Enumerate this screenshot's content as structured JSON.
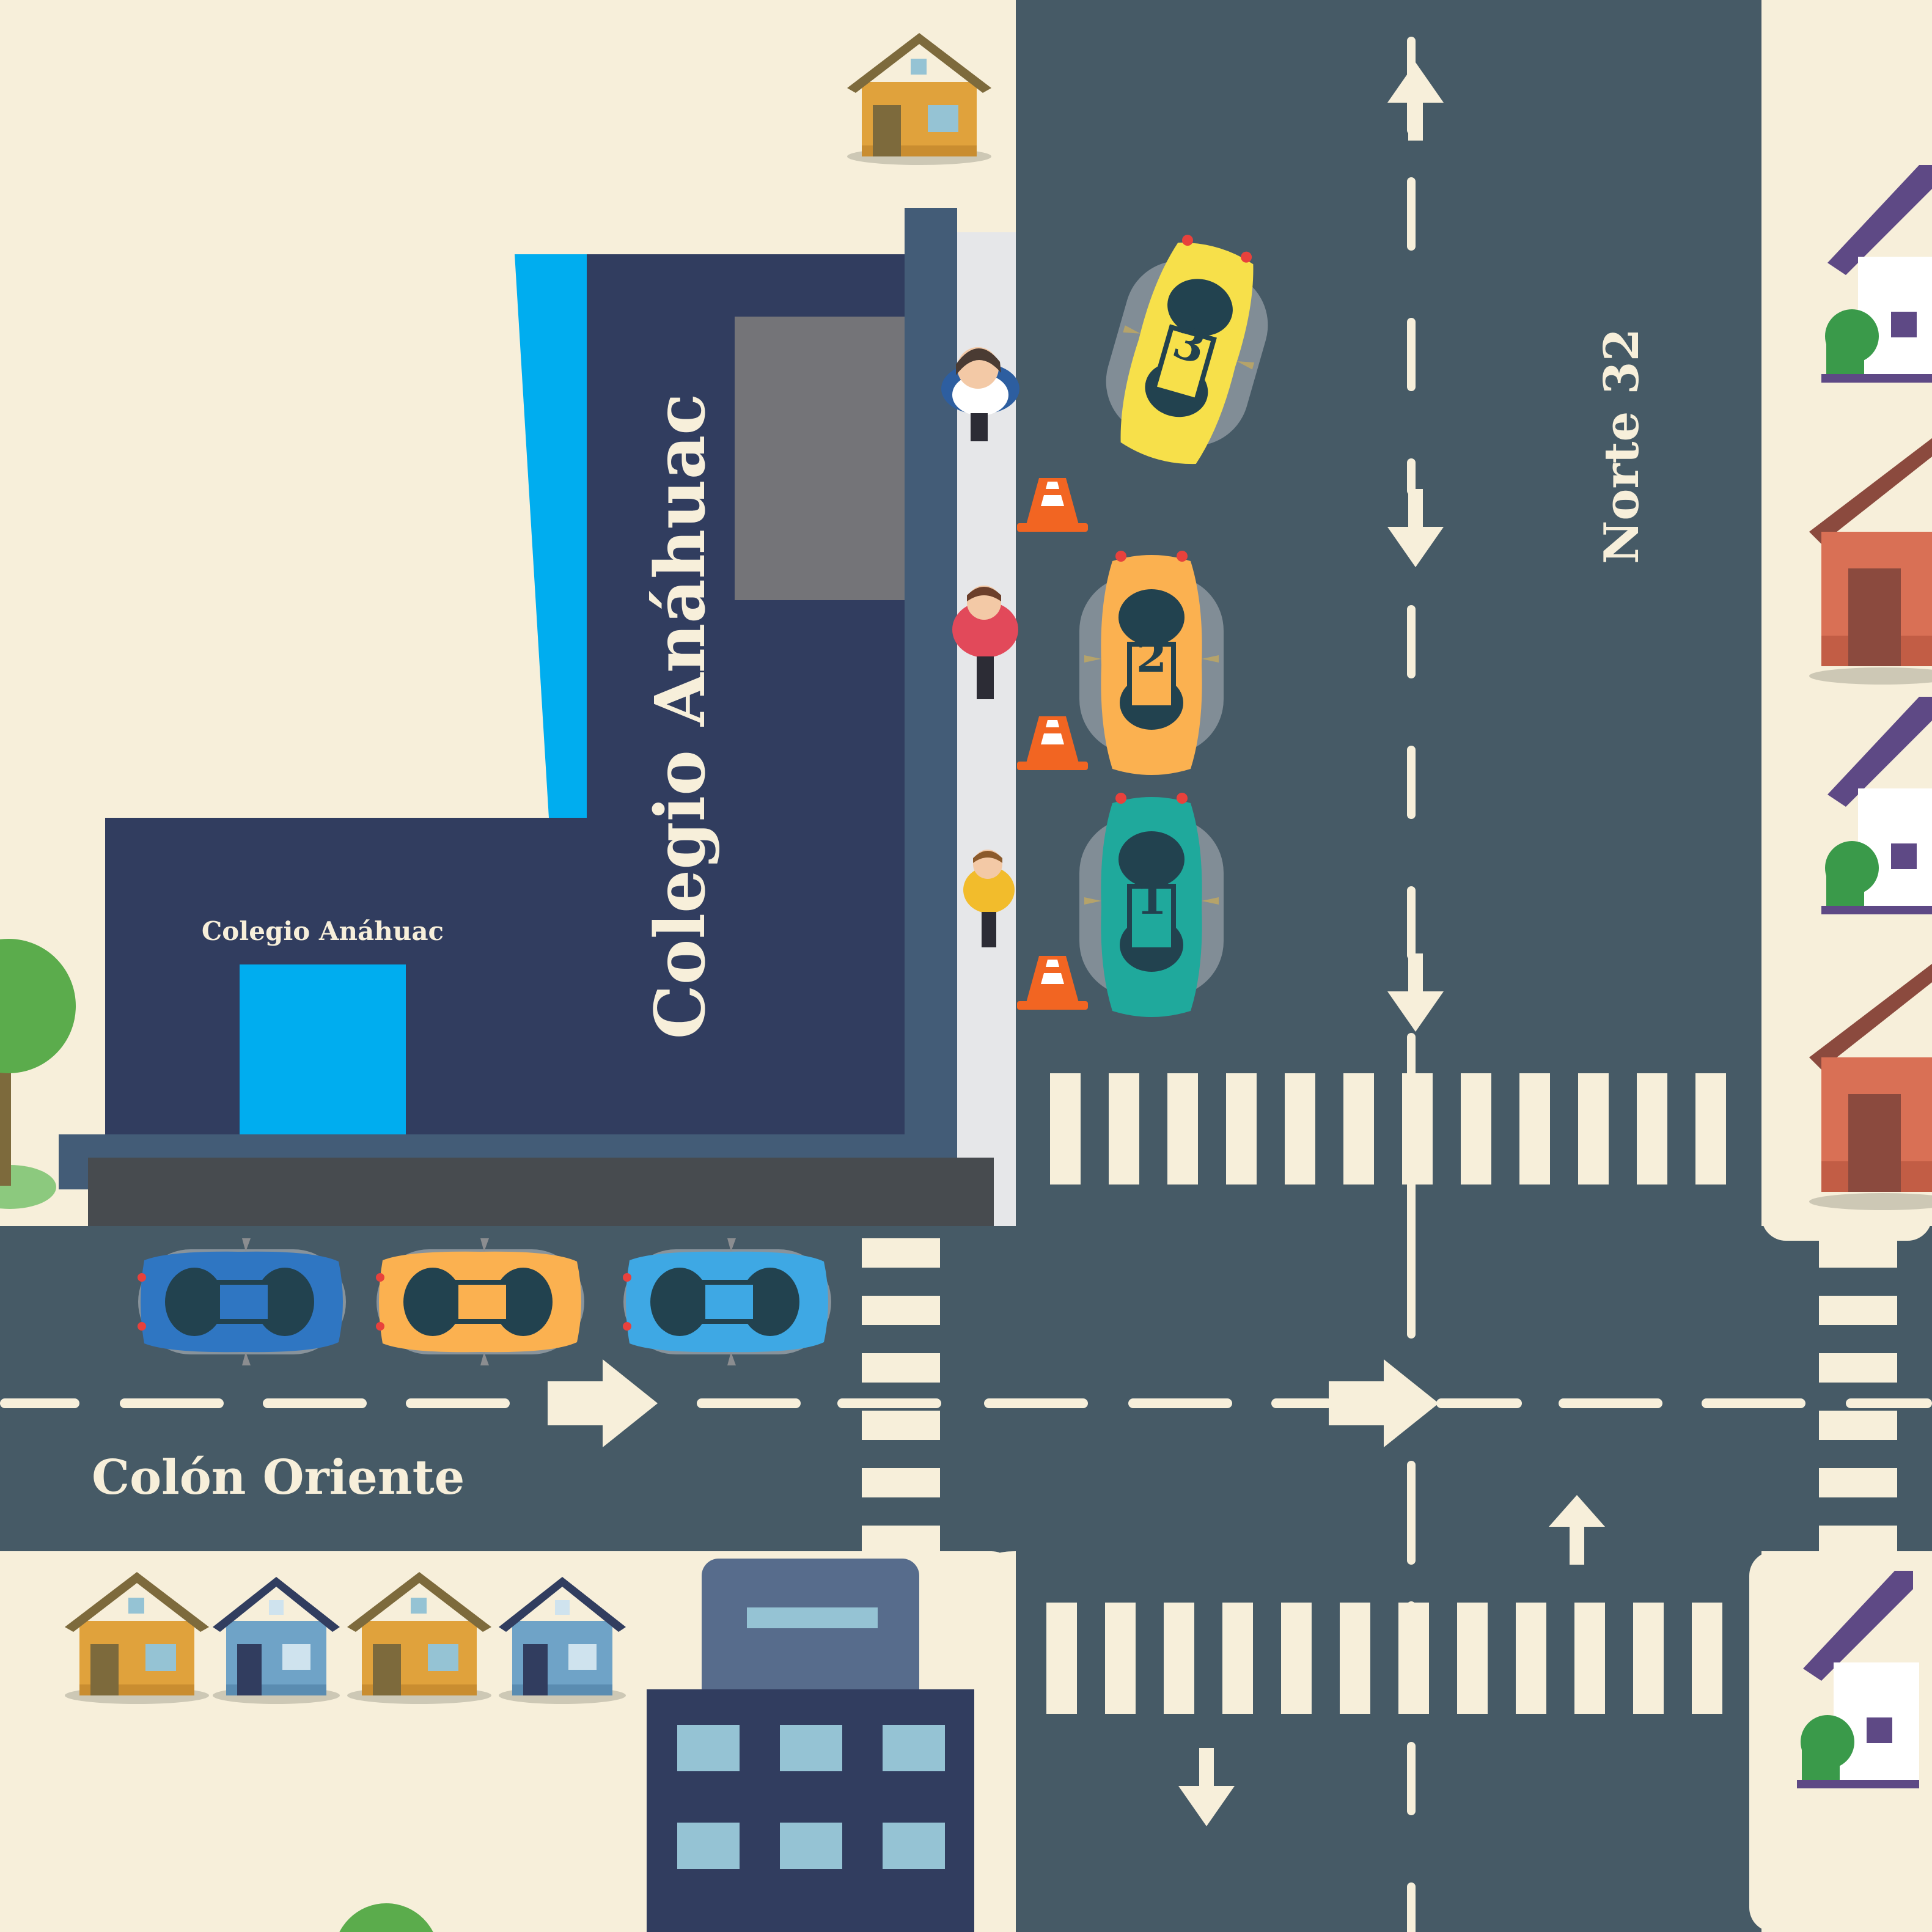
{
  "map": {
    "school_name_vertical": "Colegio Anáhuac",
    "school_name_front": "Colegio Anáhuac",
    "street_horizontal": "Colón Oriente",
    "street_vertical": "Norte 32"
  },
  "cars_queue": [
    {
      "label": "3",
      "color": "#f7e04a"
    },
    {
      "label": "2",
      "color": "#fbb150"
    },
    {
      "label": "1",
      "color": "#1fa99c"
    }
  ],
  "colors": {
    "background": "#f7efda",
    "road": "#465a66",
    "school_main": "#313d5f",
    "school_accent": "#00adef",
    "sidewalk": "#e6e7e9",
    "markings": "#f7efda",
    "cone": "#f26522"
  }
}
